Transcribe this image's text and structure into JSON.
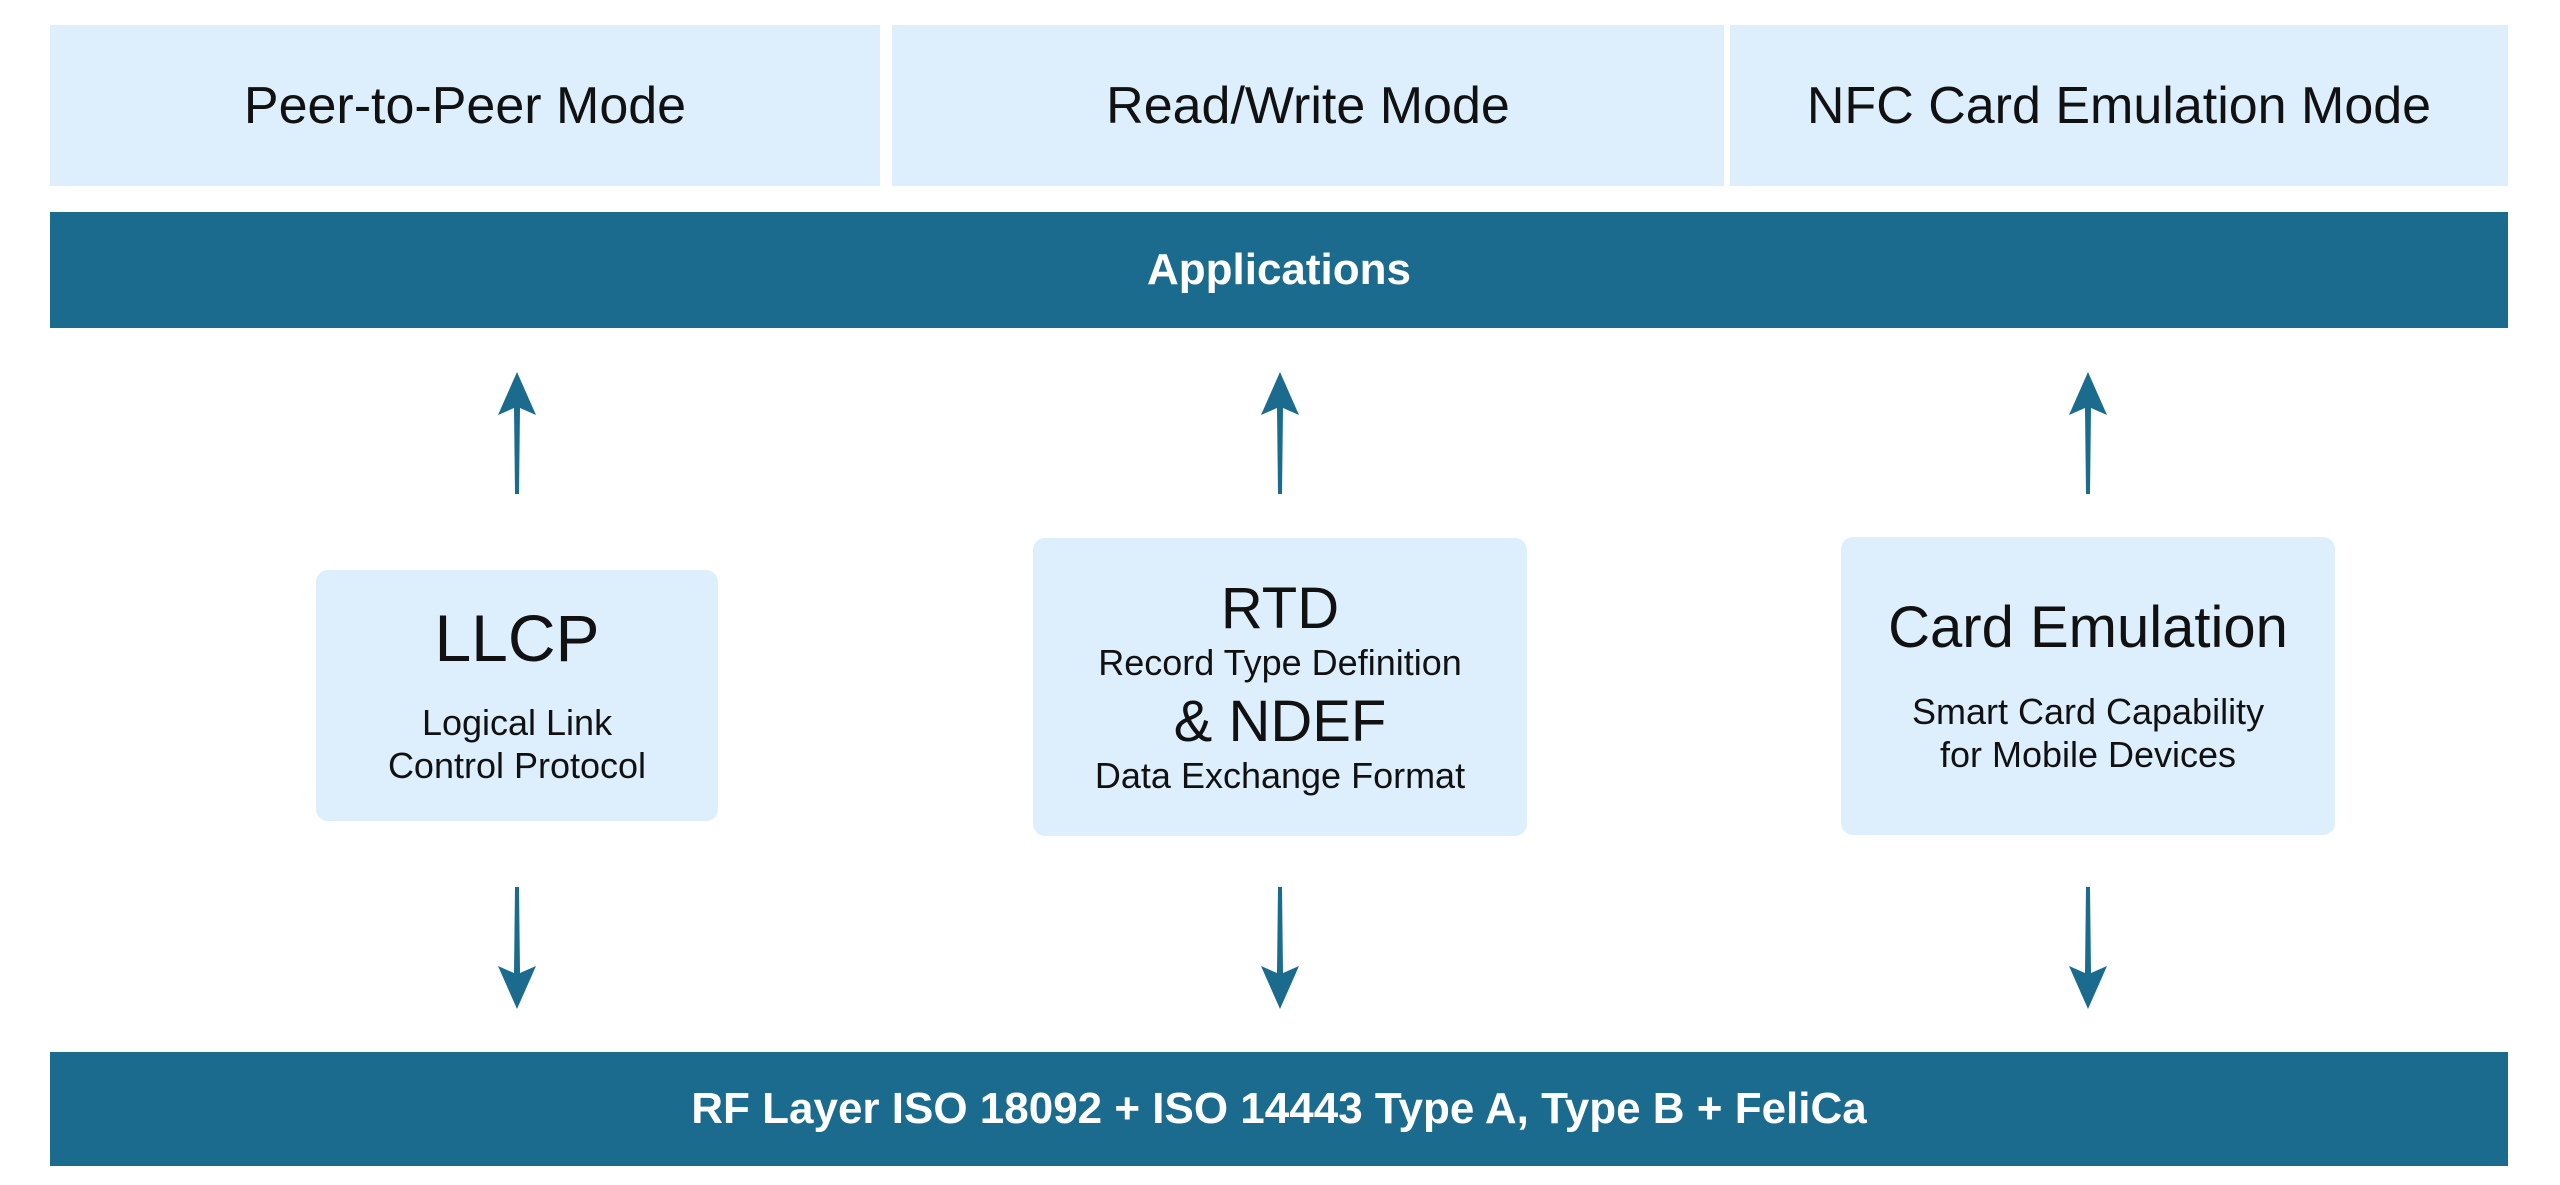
{
  "modes": [
    {
      "label": "Peer-to-Peer Mode"
    },
    {
      "label": "Read/Write Mode"
    },
    {
      "label": "NFC Card Emulation Mode"
    }
  ],
  "applications_label": "Applications",
  "rf_layer_label": "RF Layer ISO 18092 + ISO 14443 Type A, Type B + FeliCa",
  "llcp": {
    "title": "LLCP",
    "line1": "Logical Link",
    "line2": "Control Protocol"
  },
  "rtd": {
    "title": "RTD",
    "subtitle": "Record Type Definition",
    "title2": "& NDEF",
    "subtitle2": "Data Exchange Format"
  },
  "card_emulation": {
    "title": "Card Emulation",
    "line1": "Smart Card Capability",
    "line2": "for Mobile Devices"
  },
  "colors": {
    "bar": "#1a6b8d",
    "box": "#ddeffd",
    "arrow": "#1a6b8d"
  }
}
